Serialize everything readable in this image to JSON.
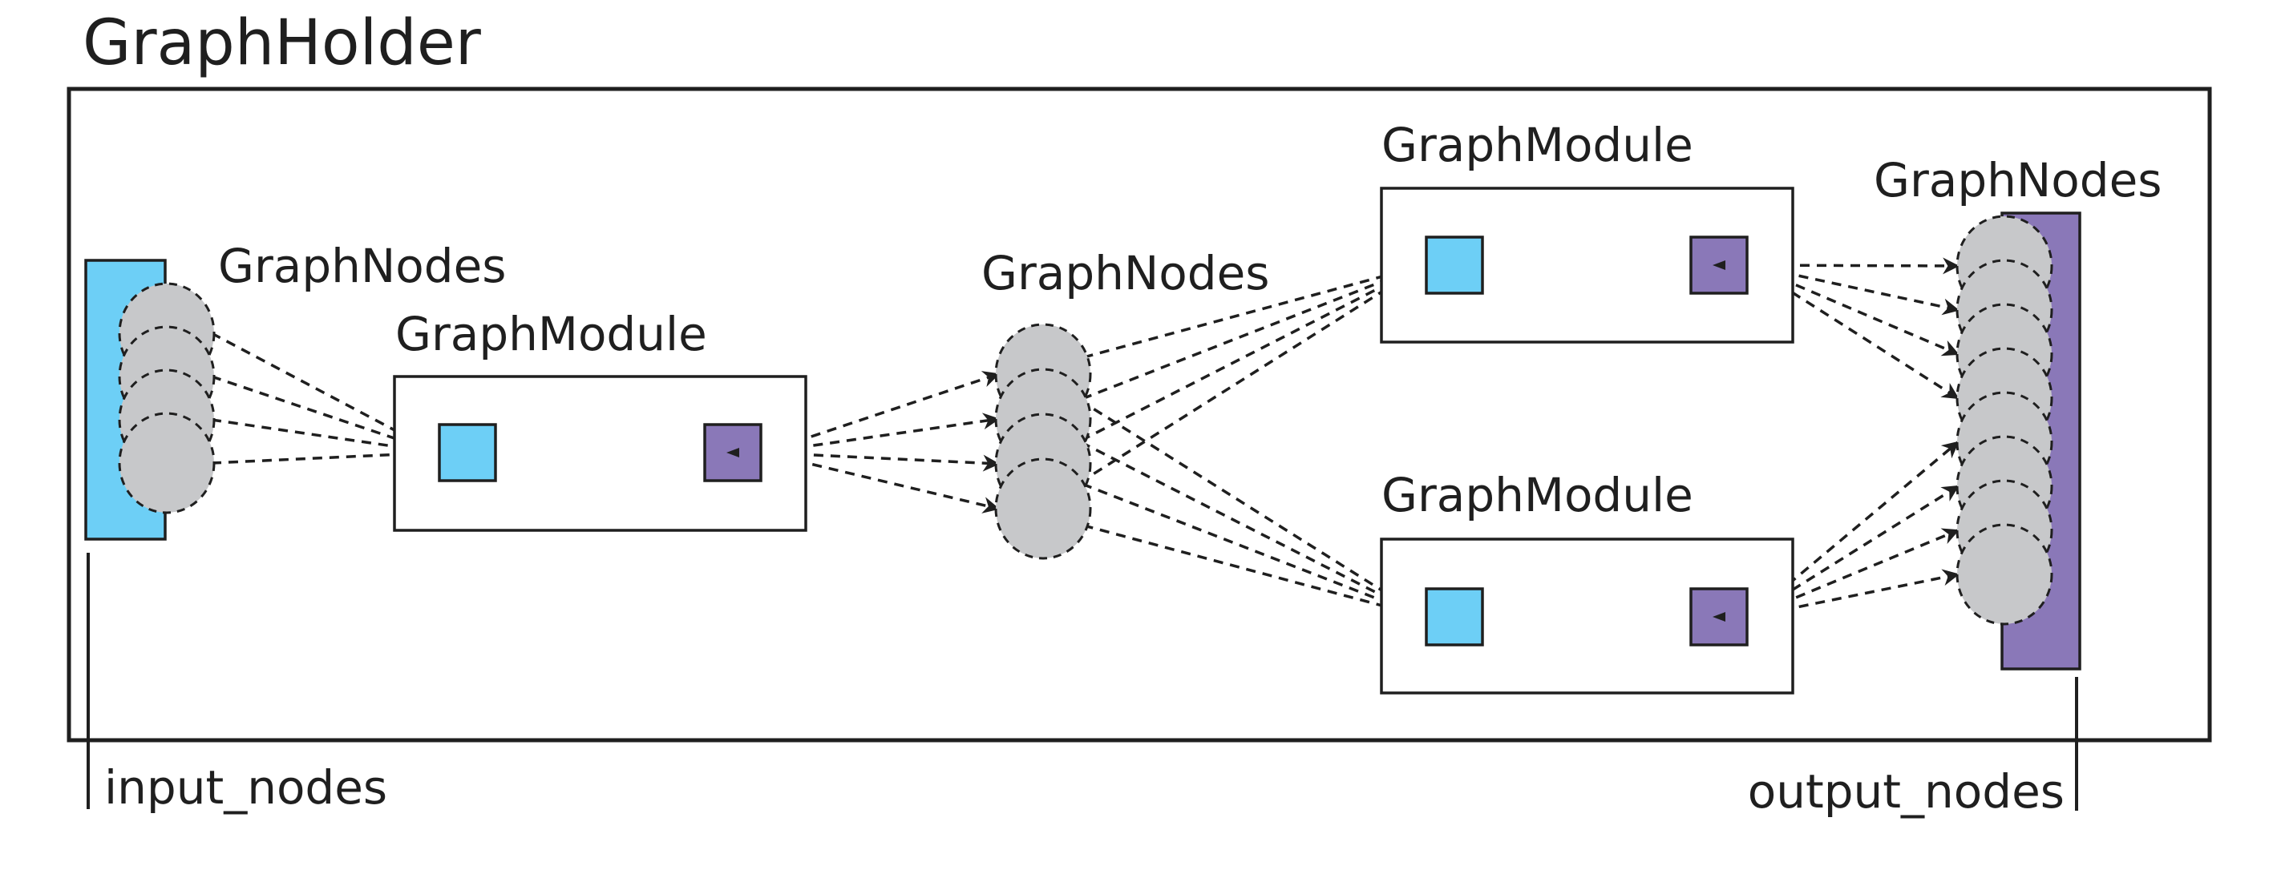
{
  "holder": {
    "title": "GraphHolder"
  },
  "labels": {
    "graph_nodes": "GraphNodes",
    "graph_module": "GraphModule",
    "input_nodes": "input_nodes",
    "output_nodes": "output_nodes"
  },
  "colors": {
    "input_port": "#6dcff6",
    "output_port": "#8a78b8",
    "node_fill": "#c7c8ca",
    "line": "#1f1f1f"
  },
  "node_groups": {
    "input_nodes_count": 4,
    "middle_nodes_count": 4,
    "output_nodes_count": 8
  }
}
